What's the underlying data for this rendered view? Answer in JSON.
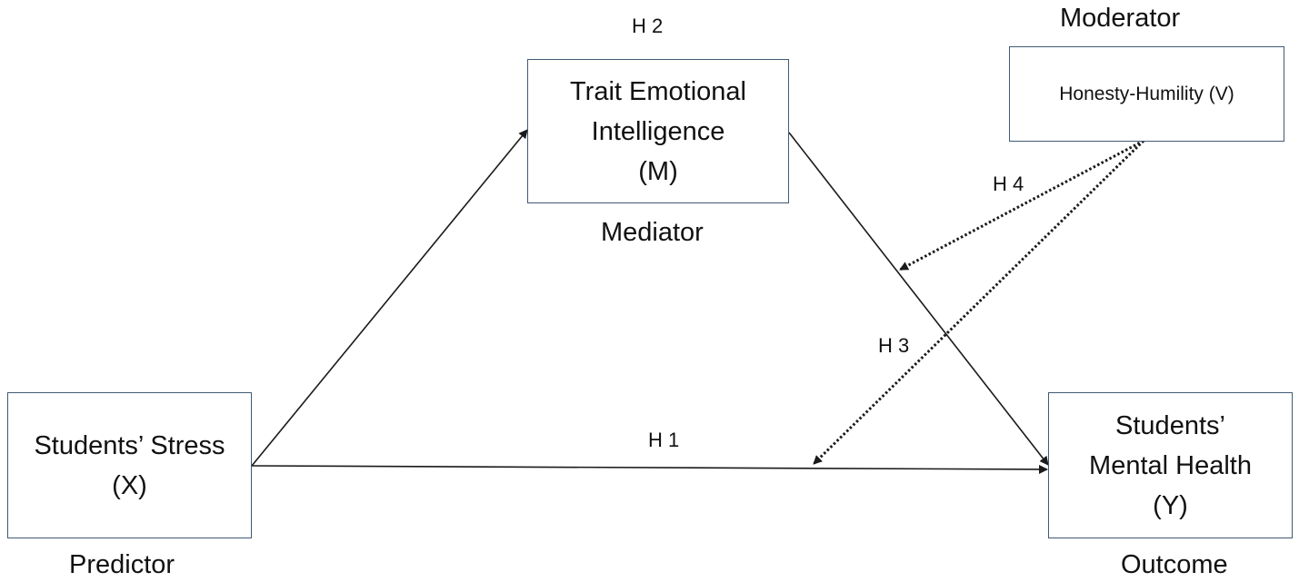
{
  "nodes": {
    "predictor": {
      "lines": [
        "Students’ Stress",
        "(X)"
      ],
      "role": "Predictor"
    },
    "mediator": {
      "lines": [
        "Trait Emotional",
        "Intelligence",
        "(M)"
      ],
      "role": "Mediator"
    },
    "outcome": {
      "lines": [
        "Students’",
        "Mental Health",
        "(Y)"
      ],
      "role": "Outcome"
    },
    "moderator": {
      "lines": [
        "Honesty-Humility (V)"
      ],
      "role": "Moderator"
    }
  },
  "hypotheses": {
    "h1": "H 1",
    "h2": "H 2",
    "h3": "H 3",
    "h4": "H 4"
  },
  "colors": {
    "box_border": "#3f5a75",
    "arrow": "#1a1a1a",
    "text": "#111111"
  },
  "edges": [
    {
      "from": "predictor",
      "to": "outcome",
      "label": "H 1",
      "style": "solid"
    },
    {
      "from": "predictor",
      "to": "mediator",
      "style": "solid"
    },
    {
      "from": "mediator",
      "to": "outcome",
      "style": "solid"
    },
    {
      "from": "moderator",
      "to": "mediator-outcome path",
      "label": "H 4",
      "style": "dotted"
    },
    {
      "from": "moderator",
      "to": "predictor-outcome path",
      "label": "H 3",
      "style": "dotted"
    }
  ]
}
